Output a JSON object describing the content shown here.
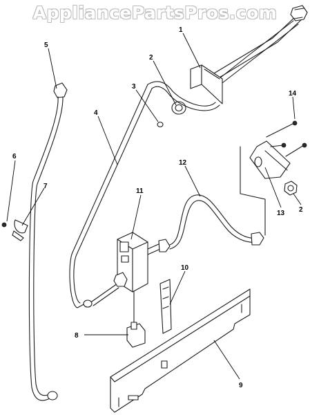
{
  "watermark": "AppliancePartsPros.com",
  "callouts": {
    "c1": "1",
    "c2a": "2",
    "c2b": "2",
    "c3": "3",
    "c4": "4",
    "c5": "5",
    "c6": "6",
    "c7": "7",
    "c8": "8",
    "c9": "9",
    "c10": "10",
    "c11": "11",
    "c12": "12",
    "c13": "13",
    "c14": "14"
  }
}
